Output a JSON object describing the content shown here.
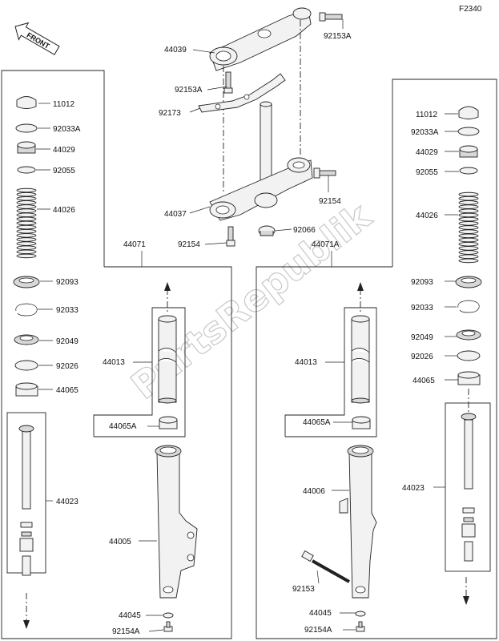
{
  "diagram_code": "F2340",
  "front_label": "FRONT",
  "watermark": "PartsRepublik",
  "labels": {
    "p44039": "44039",
    "p92153A_top": "92153A",
    "p92153A_mid": "92153A",
    "p92173": "92173",
    "p44037": "44037",
    "p92154": "92154",
    "p92066": "92066",
    "p92154_left": "92154",
    "p44071": "44071",
    "p44071A": "44071A",
    "L_11012": "11012",
    "L_92033A": "92033A",
    "L_44029": "44029",
    "L_92055": "92055",
    "L_44026": "44026",
    "L_92093": "92093",
    "L_92033": "92033",
    "L_92049": "92049",
    "L_92026": "92026",
    "L_44065": "44065",
    "L_44023": "44023",
    "L_44013": "44013",
    "L_44065A": "44065A",
    "L_44005": "44005",
    "L_44045": "44045",
    "L_92154A": "92154A",
    "R_11012": "11012",
    "R_92033A": "92033A",
    "R_44029": "44029",
    "R_92055": "92055",
    "R_44026": "44026",
    "R_92093": "92093",
    "R_92033": "92033",
    "R_92049": "92049",
    "R_92026": "92026",
    "R_44065": "44065",
    "R_44023": "44023",
    "R_44013": "44013",
    "R_44065A": "44065A",
    "R_44006": "44006",
    "R_92153": "92153",
    "R_44045": "44045",
    "R_92154A": "92154A"
  }
}
